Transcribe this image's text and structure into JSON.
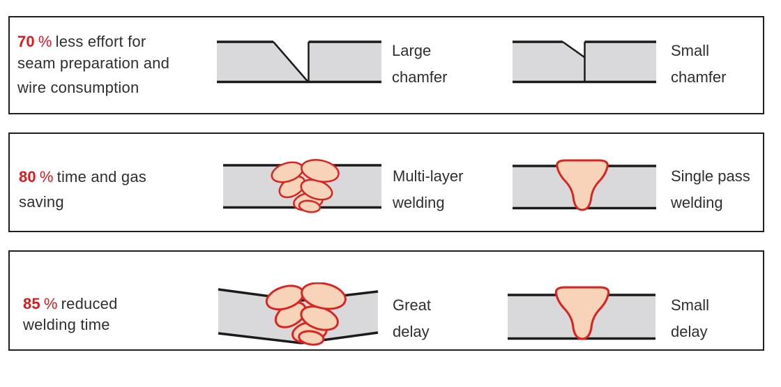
{
  "colors": {
    "accent_red": "#e0171d",
    "text_dark": "#2f2f2f",
    "plate_gray": "#d9d9db",
    "plate_edge": "#1b1b1b",
    "weld_fill": "#f7d3ba",
    "weld_stroke": "#da2420",
    "box_border": "#1f1f1f",
    "background": "#ffffff"
  },
  "rows": [
    {
      "percent_number": "70",
      "percent_sign": "%",
      "line1": "less effort for",
      "line2": "seam preparation and",
      "line3": "wire consumption",
      "left_diagram": {
        "name": "large-chamfer",
        "label_line1": "Large",
        "label_line2": "chamfer"
      },
      "right_diagram": {
        "name": "small-chamfer",
        "label_line1": "Small",
        "label_line2": "chamfer"
      }
    },
    {
      "percent_number": "80",
      "percent_sign": "%",
      "line1": "time and gas",
      "line2": "saving",
      "left_diagram": {
        "name": "multi-layer-welding",
        "label_line1": "Multi-layer",
        "label_line2": "welding"
      },
      "right_diagram": {
        "name": "single-pass-welding",
        "label_line1": "Single pass",
        "label_line2": "welding"
      }
    },
    {
      "percent_number": "85",
      "percent_sign": "%",
      "line1": "reduced",
      "line2": "welding time",
      "left_diagram": {
        "name": "multi-layer-distortion",
        "label_line1": "Great",
        "label_line2": "delay"
      },
      "right_diagram": {
        "name": "single-pass-distortion",
        "label_line1": "Small",
        "label_line2": "delay"
      }
    }
  ]
}
